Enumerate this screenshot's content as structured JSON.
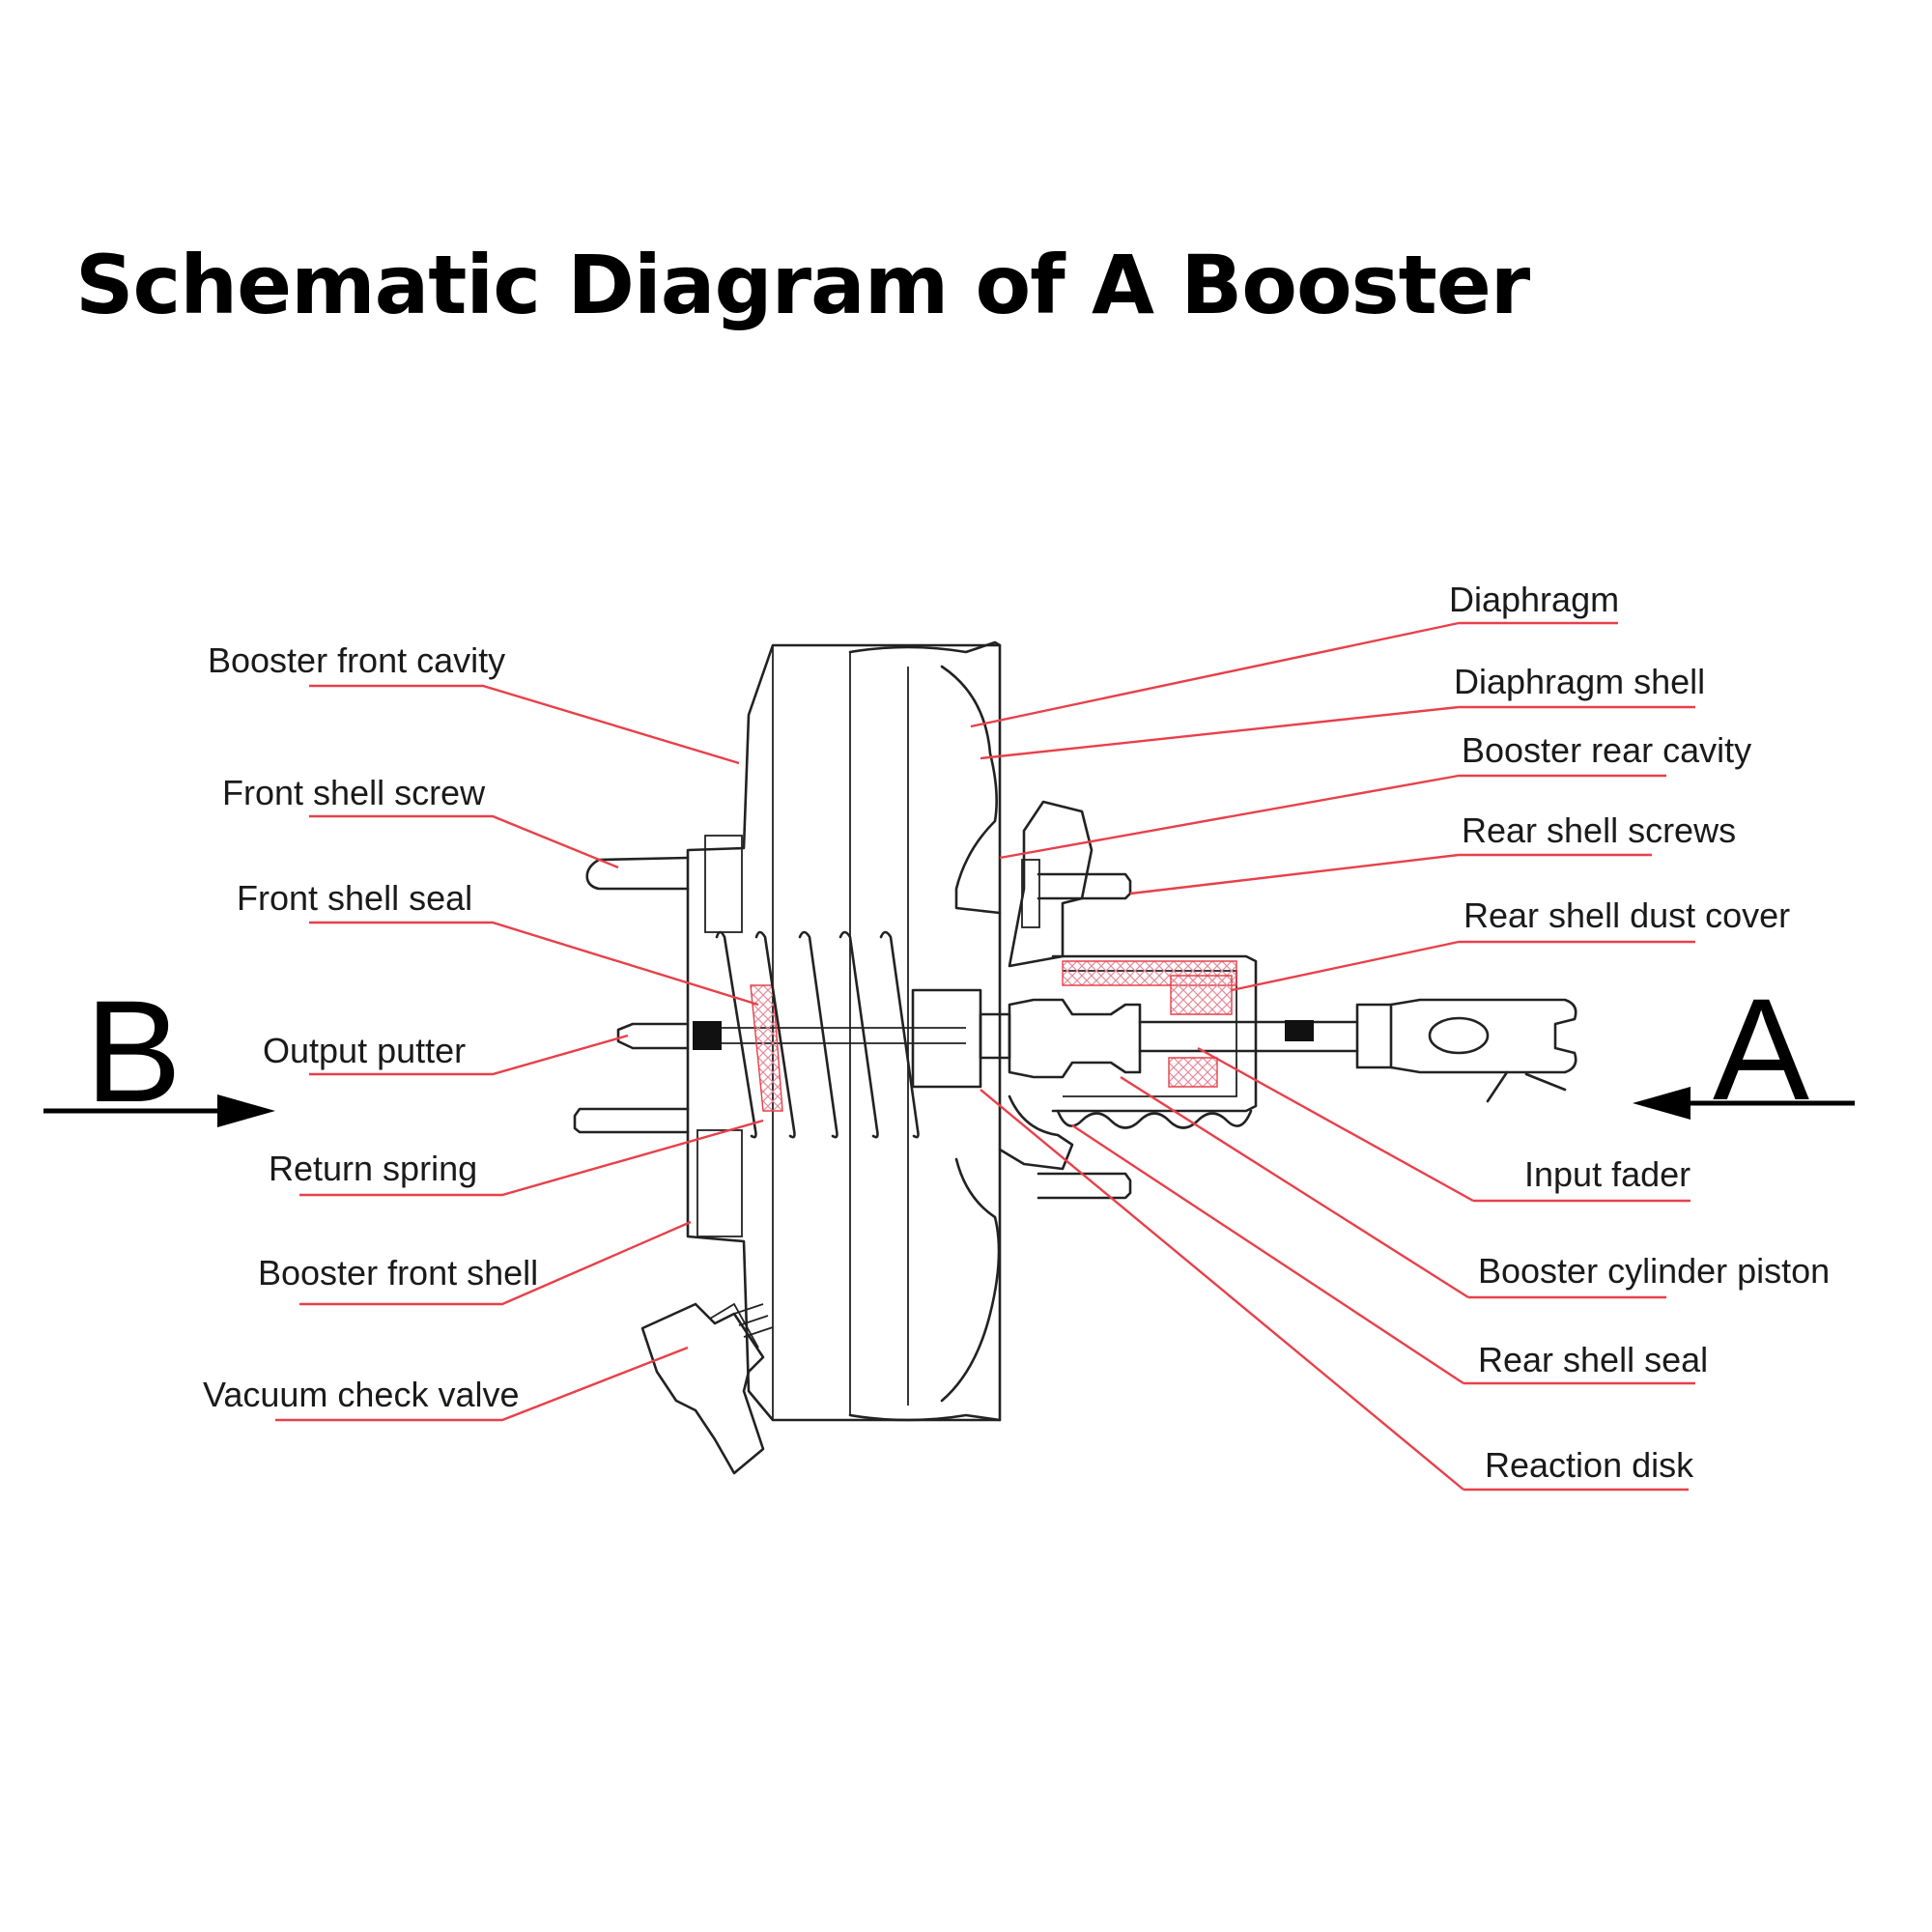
{
  "title": "Schematic Diagram of A Booster",
  "arrows": {
    "left": "B",
    "right": "A"
  },
  "labels": {
    "booster_front_cavity": "Booster front cavity",
    "front_shell_screw": "Front shell screw",
    "front_shell_seal": "Front shell seal",
    "output_putter": "Output putter",
    "return_spring": "Return spring",
    "booster_front_shell": "Booster front shell",
    "vacuum_check_valve": "Vacuum check valve",
    "diaphragm": "Diaphragm",
    "diaphragm_shell": "Diaphragm shell",
    "booster_rear_cavity": "Booster rear cavity",
    "rear_shell_screws": "Rear shell screws",
    "rear_shell_dust_cover": "Rear shell dust cover",
    "input_fader": "Input fader",
    "booster_cylinder_piston": "Booster cylinder piston",
    "rear_shell_seal": "Rear shell seal",
    "reaction_disk": "Reaction disk"
  },
  "colors": {
    "leader": "#e8404a",
    "outline": "#222222",
    "text": "#1a1a1a"
  }
}
